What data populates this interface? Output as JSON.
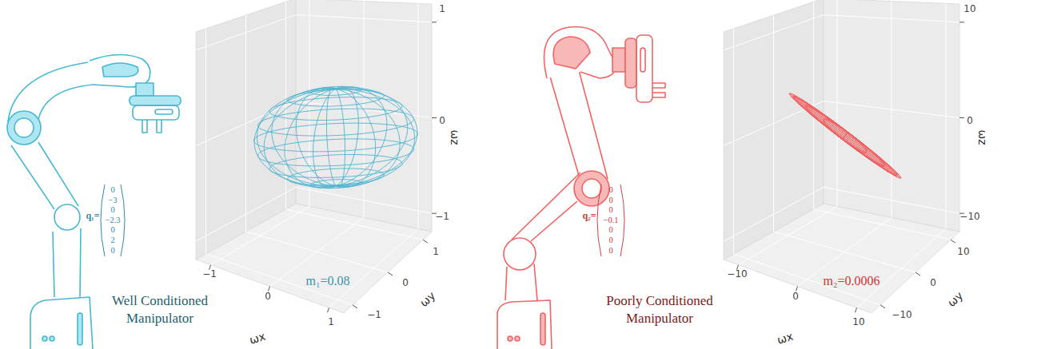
{
  "diagram": {
    "labels": [
      "q₁=",
      "0",
      "−3",
      "0",
      "−2.3",
      "0",
      "2",
      "0",
      "Well Conditioned Manipulator",
      "m₁=0.08",
      "ωx",
      "ωy",
      "ωz",
      "−1",
      "0",
      "1",
      "1",
      "0",
      "−1",
      "1",
      "0",
      "−1",
      "q₂=",
      "0",
      "0",
      "0",
      "−0.1",
      "0",
      "0",
      "0",
      "Poorly Conditioned Manipulator",
      "m₂=0.0006",
      "ωx",
      "ωy",
      "ωz",
      "−10",
      "0",
      "10",
      "10",
      "0",
      "−10",
      "10",
      "0",
      "−10"
    ]
  }
}
